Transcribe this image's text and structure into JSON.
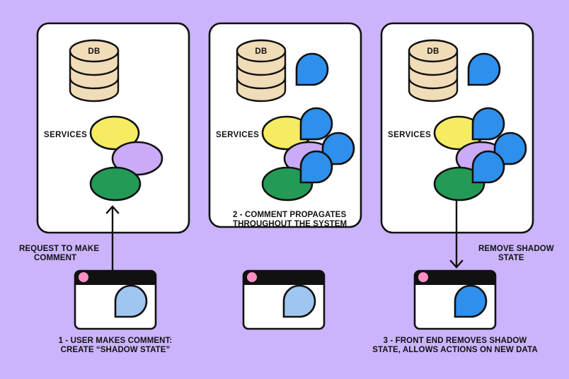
{
  "background_color": "#cbb4fb",
  "colors": {
    "panel_fill": "#ffffff",
    "stroke": "#111111",
    "db_fill": "#f1dcb8",
    "service_yellow": "#f5ec63",
    "service_purple": "#cbaaf7",
    "service_green": "#239b57",
    "comment_blue": "#2f8fec",
    "comment_shadow_blue": "#9fc6f0",
    "window_bar": "#111111",
    "window_dot": "#ff8ec4"
  },
  "panels": [
    {
      "id": "panel-1",
      "db_label": "DB",
      "services_label": "SERVICES",
      "caption": "",
      "comment_bubbles": 0
    },
    {
      "id": "panel-2",
      "db_label": "DB",
      "services_label": "SERVICES",
      "caption_line1": "2 - COMMENT PROPAGATES",
      "caption_line2": "THROUGHOUT THE SYSTEM",
      "comment_bubbles": 4
    },
    {
      "id": "panel-3",
      "db_label": "DB",
      "services_label": "SERVICES",
      "caption": "",
      "comment_bubbles": 4
    }
  ],
  "annotations": {
    "request_line1": "REQUEST TO MAKE",
    "request_line2": "COMMENT",
    "remove_line1": "REMOVE SHADOW",
    "remove_line2": "STATE"
  },
  "windows": [
    {
      "id": "window-1",
      "caption_line1": "1 - USER MAKES COMMENT:",
      "caption_line2": "CREATE “SHADOW STATE”",
      "bubble_state": "shadow"
    },
    {
      "id": "window-2",
      "caption_line1": "",
      "caption_line2": "",
      "bubble_state": "shadow"
    },
    {
      "id": "window-3",
      "caption_line1": "3 - FRONT END REMOVES SHADOW",
      "caption_line2": "STATE, ALLOWS ACTIONS ON NEW DATA",
      "bubble_state": "solid"
    }
  ]
}
